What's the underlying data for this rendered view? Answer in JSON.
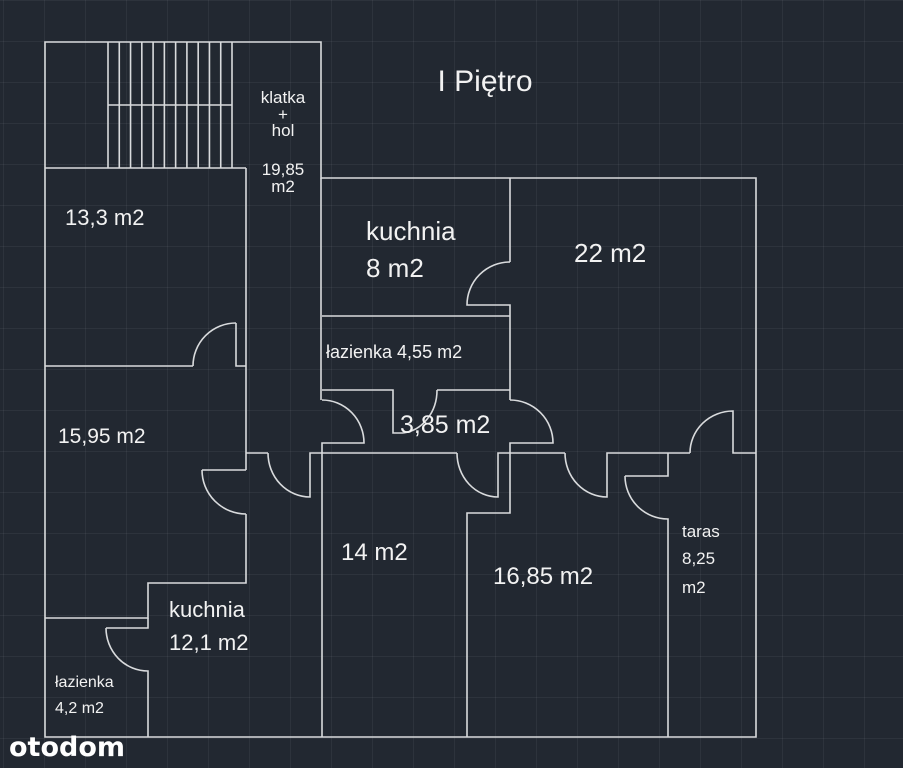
{
  "title": "I Piętro",
  "rooms": {
    "stair_hall": {
      "line1": "klatka",
      "line2": "+",
      "line3": "hol",
      "area1": "19,85",
      "area2": "m2"
    },
    "room_a": {
      "area": "13,3 m2"
    },
    "room_b": {
      "area": "15,95 m2"
    },
    "kitchen_top": {
      "name": "kuchnia",
      "area": "8 m2"
    },
    "room_22": {
      "area": "22 m2"
    },
    "bath_top": {
      "label": "łazienka 4,55 m2"
    },
    "hall_small": {
      "area": "3,85 m2"
    },
    "room_14": {
      "area": "14 m2"
    },
    "room_1685": {
      "area": "16,85 m2"
    },
    "terrace": {
      "name": "taras",
      "area1": "8,25",
      "area2": "m2"
    },
    "kitchen_bottom": {
      "name": "kuchnia",
      "area": "12,1 m2"
    },
    "bath_bottom": {
      "name": "łazienka",
      "area": "4,2 m2"
    }
  },
  "watermark": "otodom"
}
